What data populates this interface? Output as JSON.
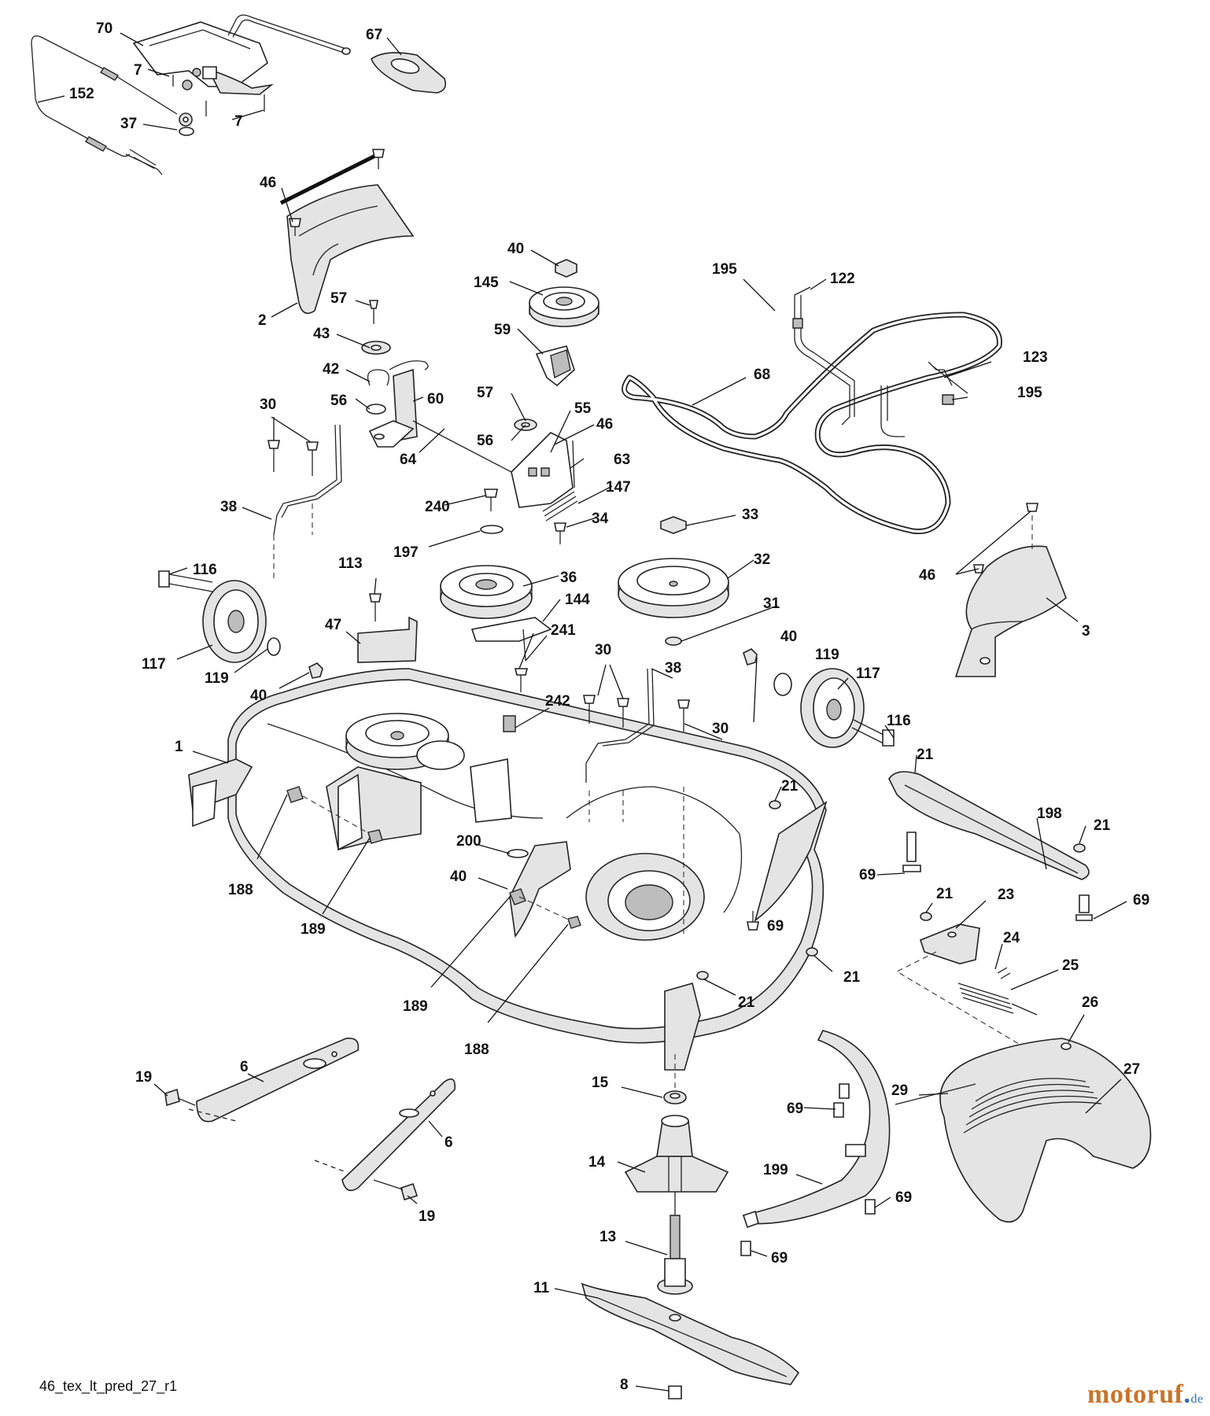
{
  "diagram": {
    "drawing_code": "46_tex_lt_pred_27_r1",
    "watermark": {
      "brand": "motoruf",
      "tld": "de"
    },
    "callouts": [
      "70",
      "67",
      "7",
      "152",
      "37",
      "46",
      "2",
      "57",
      "43",
      "42",
      "56",
      "60",
      "64",
      "30",
      "38",
      "40",
      "145",
      "59",
      "55",
      "63",
      "147",
      "240",
      "34",
      "197",
      "36",
      "144",
      "241",
      "195",
      "122",
      "123",
      "68",
      "33",
      "32",
      "31",
      "3",
      "116",
      "117",
      "119",
      "113",
      "47",
      "242",
      "1",
      "188",
      "189",
      "200",
      "21",
      "198",
      "69",
      "23",
      "24",
      "25",
      "26",
      "27",
      "29",
      "199",
      "15",
      "14",
      "13",
      "11",
      "8",
      "19",
      "6"
    ]
  }
}
